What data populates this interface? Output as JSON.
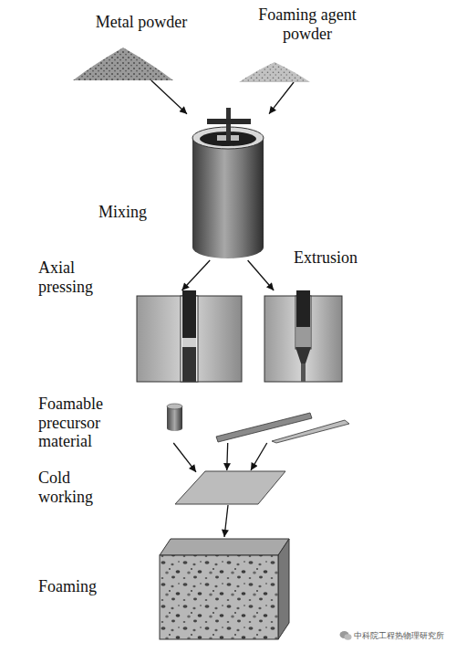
{
  "diagram": {
    "nodes": [
      {
        "text": [
          "Metal powder"
        ]
      },
      {
        "text": [
          "Foaming agent powder"
        ]
      },
      {
        "text": [
          "Mixing"
        ]
      },
      {
        "text": [
          "Axial pressing"
        ]
      },
      {
        "text": [
          "Extrusion"
        ]
      },
      {
        "text": [
          "Foamable precursor material"
        ]
      },
      {
        "text": [
          "Cold working"
        ]
      },
      {
        "text": [
          "Foaming"
        ]
      }
    ],
    "edges": [
      {
        "from": 0,
        "to": 2,
        "arrow": "to"
      },
      {
        "from": 1,
        "to": 2,
        "arrow": "to"
      },
      {
        "from": 2,
        "to": 3,
        "arrow": "to"
      },
      {
        "from": 2,
        "to": 4,
        "arrow": "to"
      },
      {
        "from": 5,
        "to": 6,
        "arrow": "to"
      },
      {
        "from": 5,
        "to": 6,
        "arrow": "to"
      },
      {
        "from": 5,
        "to": 6,
        "arrow": "to"
      },
      {
        "from": 6,
        "to": 7,
        "arrow": "to"
      }
    ],
    "labels": [
      "中科院工程热物理研究所"
    ]
  }
}
